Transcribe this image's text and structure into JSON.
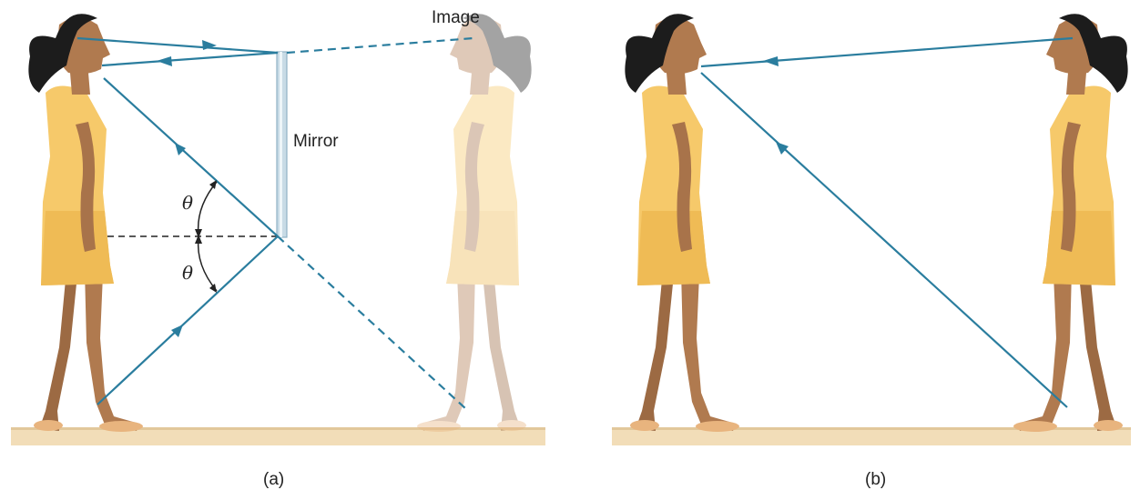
{
  "labels": {
    "image": "Image",
    "mirror": "Mirror",
    "theta_upper": "θ",
    "theta_lower": "θ",
    "caption_a": "(a)",
    "caption_b": "(b)"
  },
  "colors": {
    "ray": "#2a7d9e",
    "floor": "#f2ddb8",
    "dress": "#f6c96a",
    "skin": "#b07a4f",
    "hair": "#1c1c1c",
    "mirror": "#c8dbe6"
  }
}
